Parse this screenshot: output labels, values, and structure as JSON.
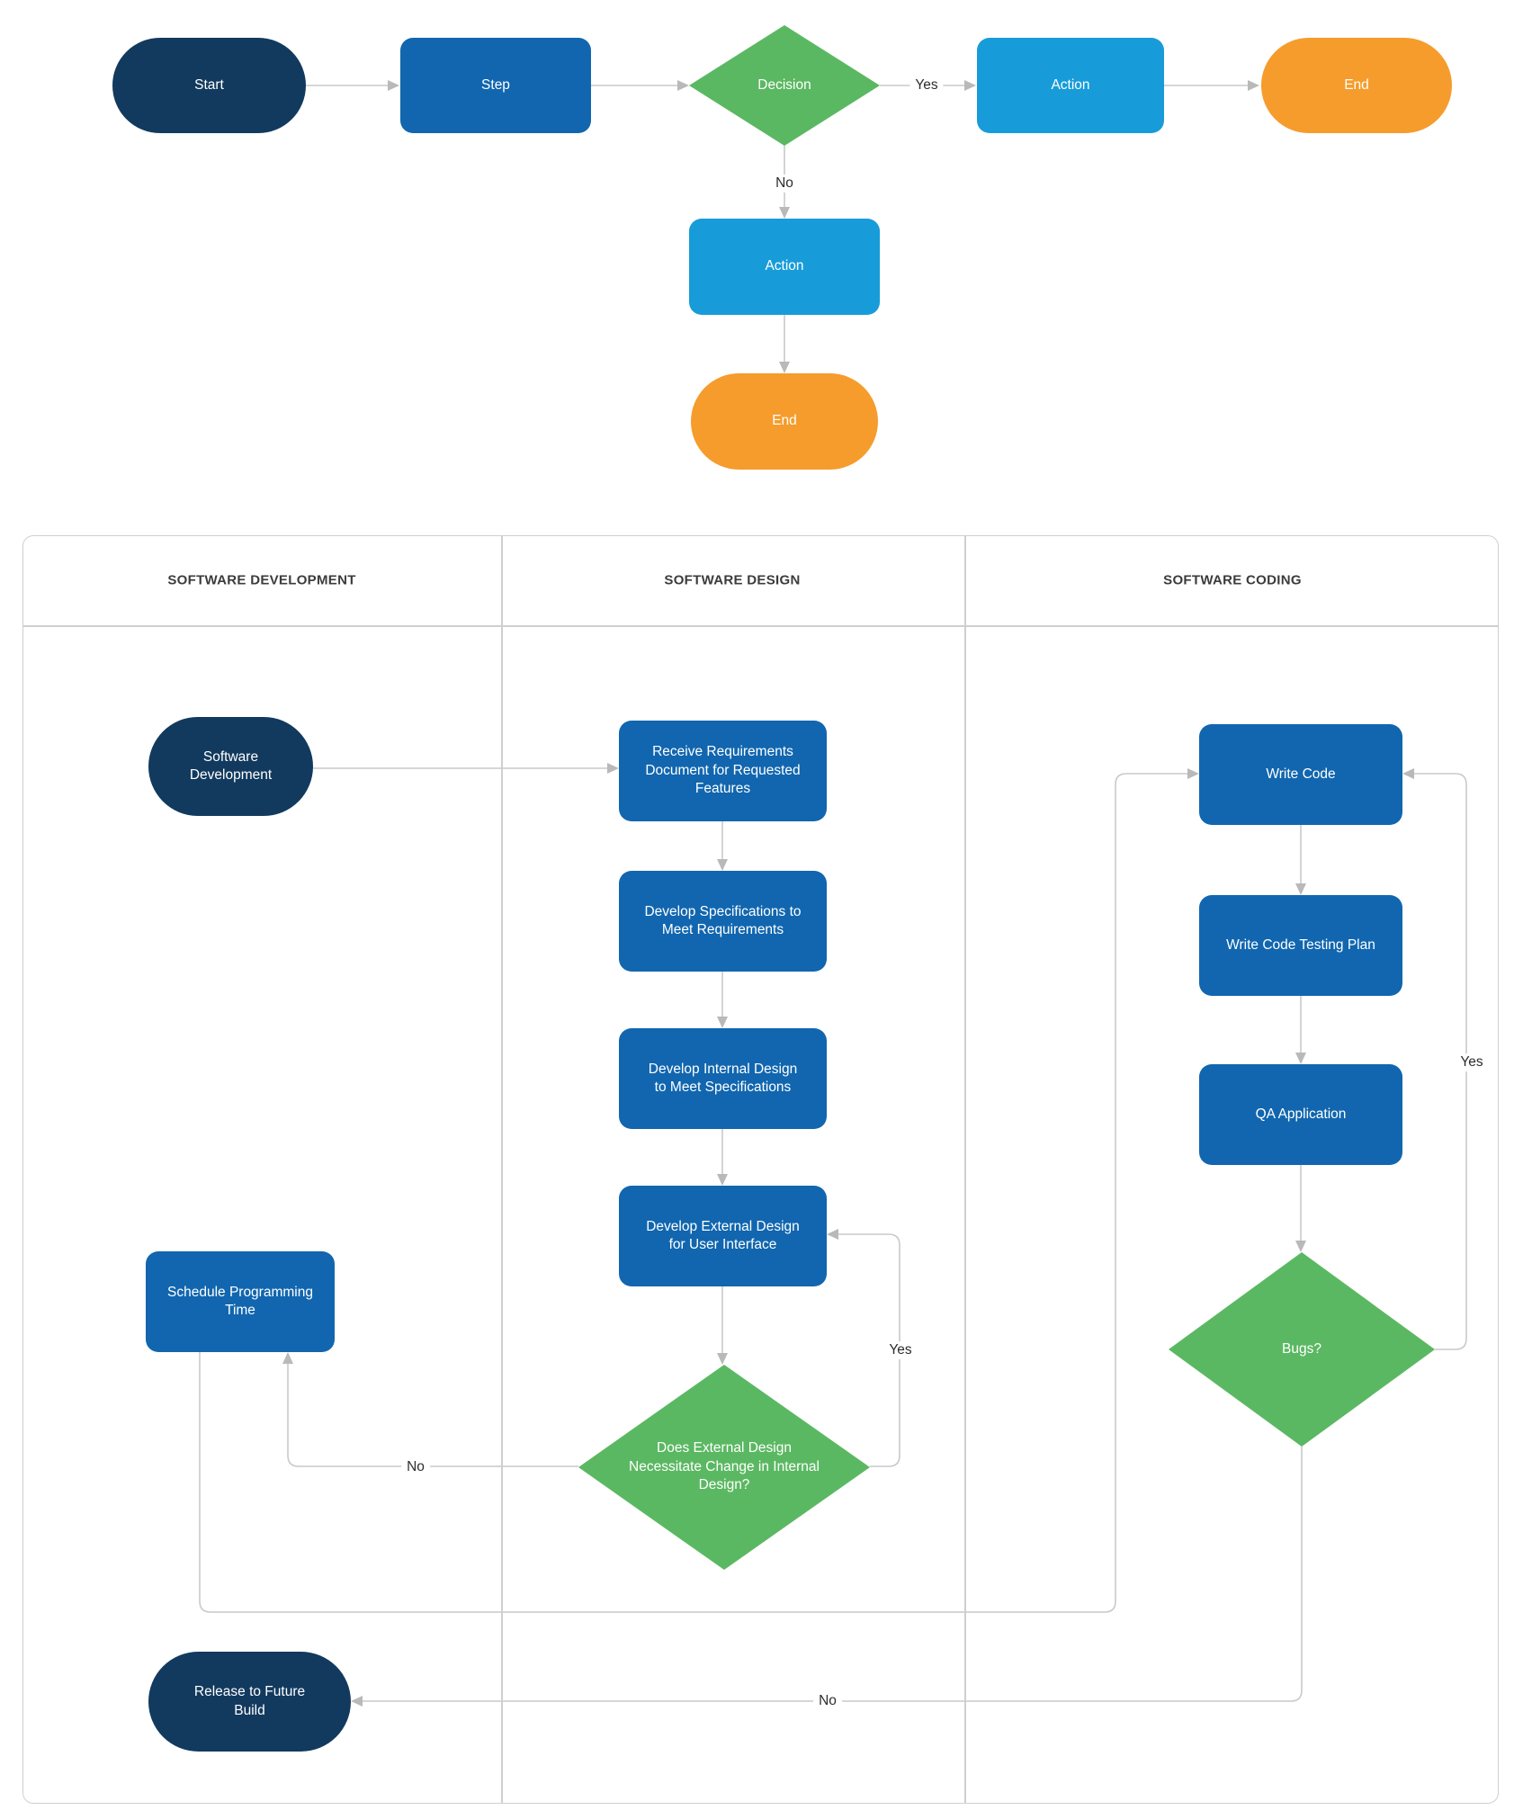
{
  "colors": {
    "terminator_dark": "#123A5E",
    "process_blue": "#1166AF",
    "action_light_blue": "#189CD9",
    "decision_green": "#5BB862",
    "terminator_orange": "#F59C2C",
    "connector_gray": "#C9C9C9"
  },
  "legend_flow": {
    "start": "Start",
    "step": "Step",
    "decision": "Decision",
    "action_yes": "Action",
    "end_yes": "End",
    "action_no": "Action",
    "end_no": "End",
    "label_yes": "Yes",
    "label_no": "No"
  },
  "swimlanes": {
    "headers": [
      "SOFTWARE DEVELOPMENT",
      "SOFTWARE DESIGN",
      "SOFTWARE CODING"
    ],
    "development": {
      "software_development": "Software Development",
      "schedule_programming_time": "Schedule Programming Time",
      "release_to_future_build": "Release to Future Build"
    },
    "design": {
      "receive_requirements": "Receive Requirements Document for Requested Features",
      "develop_specifications": "Develop Specifications to Meet Requirements",
      "develop_internal_design": "Develop Internal Design to Meet Specifications",
      "develop_external_design": "Develop External Design for User Interface",
      "external_design_decision": "Does External Design Necessitate Change in Internal Design?"
    },
    "coding": {
      "write_code": "Write Code",
      "write_code_testing_plan": "Write  Code Testing Plan",
      "qa_application": "QA Application",
      "bugs_decision": "Bugs?"
    },
    "edge_labels": {
      "external_yes": "Yes",
      "external_no": "No",
      "bugs_yes": "Yes",
      "bugs_no": "No"
    }
  }
}
